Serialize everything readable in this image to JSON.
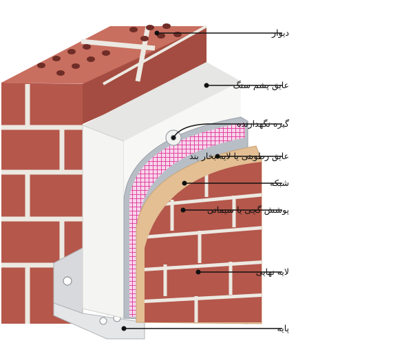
{
  "labels": [
    {
      "id": "wall",
      "text": "دیوار"
    },
    {
      "id": "insulation",
      "text": "عایق پشم سنگ"
    },
    {
      "id": "fastener",
      "text": "گیره نگهدارنده"
    },
    {
      "id": "vapor-barrier",
      "text": "عایق رطوبتی یا لایه بخار بند"
    },
    {
      "id": "mesh",
      "text": "شبکه"
    },
    {
      "id": "plaster",
      "text": "پوشش گچی یا سیمانی"
    },
    {
      "id": "finish",
      "text": "لایه نهایی"
    },
    {
      "id": "base",
      "text": "پایه"
    }
  ],
  "colors": {
    "brick": "#b5574b",
    "brick_dark": "#8f3e35",
    "mortar": "#ece9e2",
    "insulation": "#f0f0ee",
    "vapor": "#b8bec6",
    "mesh": "#e0349a",
    "plaster": "#e3bf93",
    "base_metal": "#d7d9dc",
    "leader": "#111111"
  }
}
